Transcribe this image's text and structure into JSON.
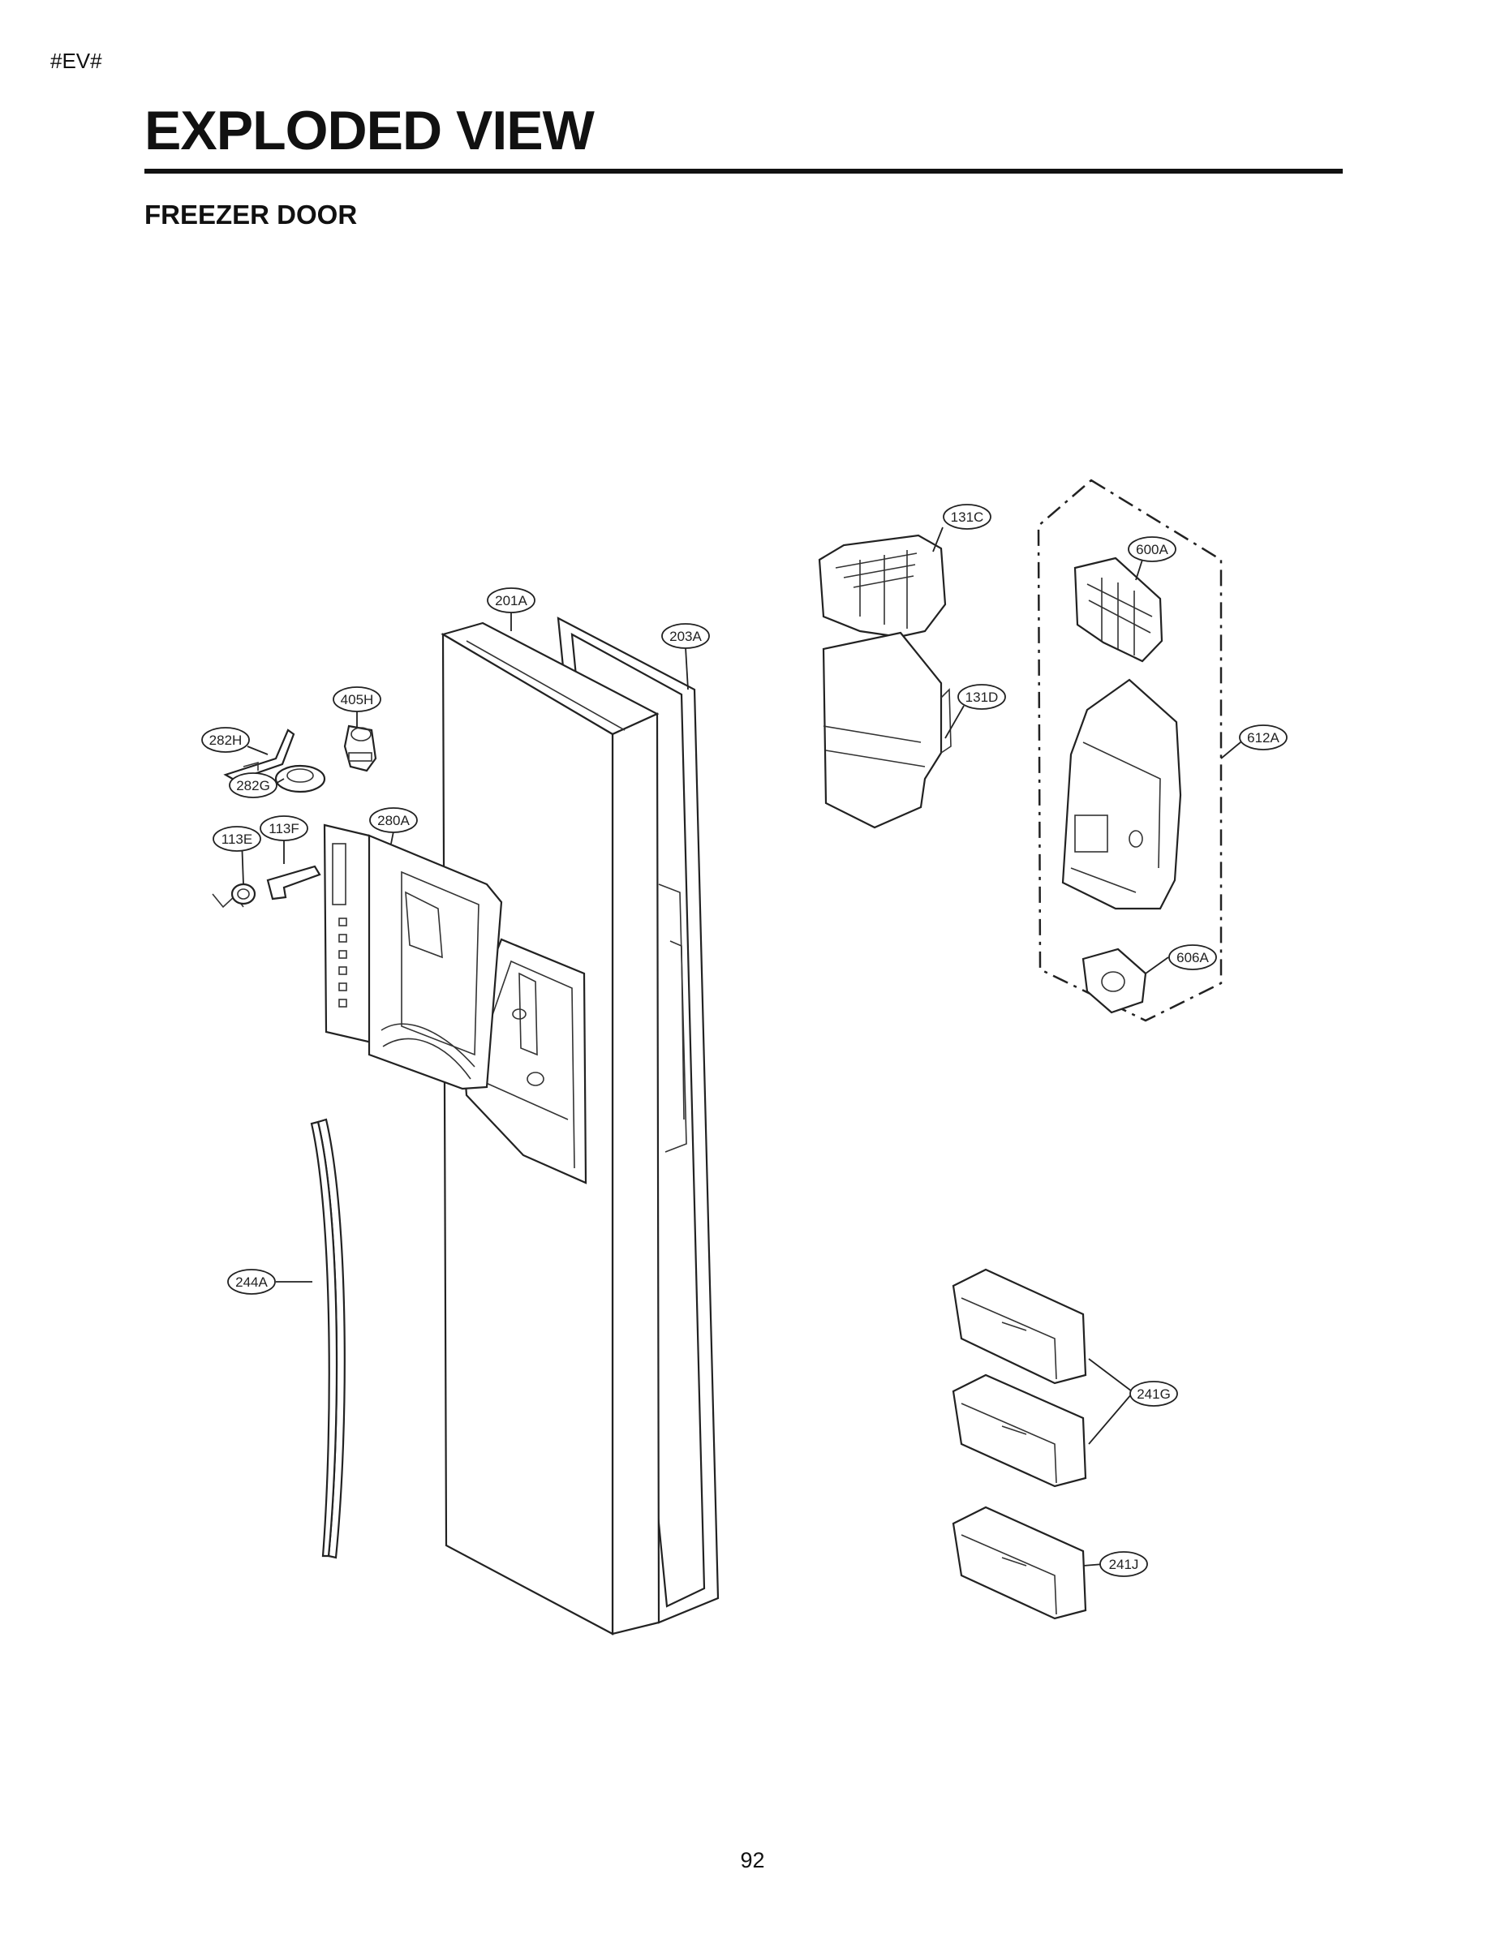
{
  "header": {
    "tag": "#EV#",
    "title": "EXPLODED VIEW",
    "section": "FREEZER DOOR"
  },
  "footer": {
    "page_number": "92"
  },
  "callouts": {
    "c131C": "131C",
    "c600A": "600A",
    "c201A": "201A",
    "c203A": "203A",
    "c131D": "131D",
    "c405H": "405H",
    "c282H": "282H",
    "c612A": "612A",
    "c282G": "282G",
    "c280A": "280A",
    "c113F": "113F",
    "c113E": "113E",
    "c606A": "606A",
    "c244A": "244A",
    "c241G": "241G",
    "c241J": "241J"
  }
}
